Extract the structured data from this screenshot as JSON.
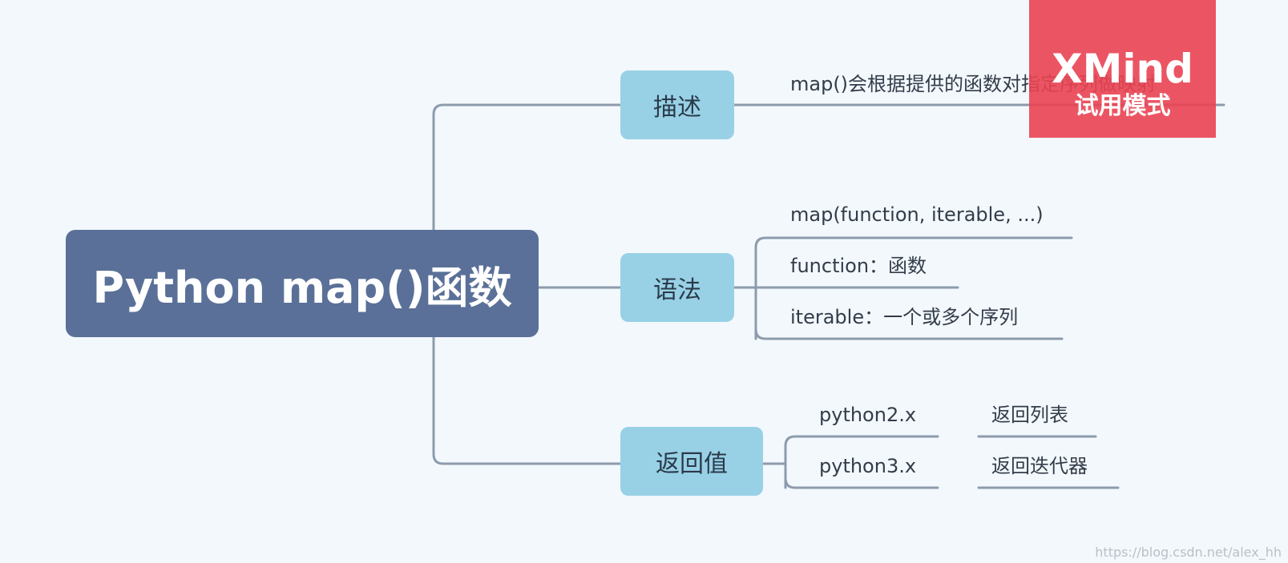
{
  "root": {
    "label": "Python map()函数"
  },
  "branches": [
    {
      "label": "描述",
      "leaves": [
        "map()会根据提供的函数对指定序列做映射"
      ]
    },
    {
      "label": "语法",
      "leaves": [
        "map(function, iterable, ...)",
        "function：函数",
        "iterable：一个或多个序列"
      ]
    },
    {
      "label": "返回值",
      "leaves": [
        {
          "version": "python2.x",
          "result": "返回列表"
        },
        {
          "version": "python3.x",
          "result": "返回迭代器"
        }
      ]
    }
  ],
  "watermark": {
    "brand": "XMind",
    "mode": "试用模式"
  },
  "credit": "https://blog.csdn.net/alex_hh",
  "colors": {
    "background": "#f3f8fc",
    "root": "#5a7098",
    "branch": "#98d1e6",
    "connector": "#8c9bad",
    "watermark": "#ea4352"
  }
}
